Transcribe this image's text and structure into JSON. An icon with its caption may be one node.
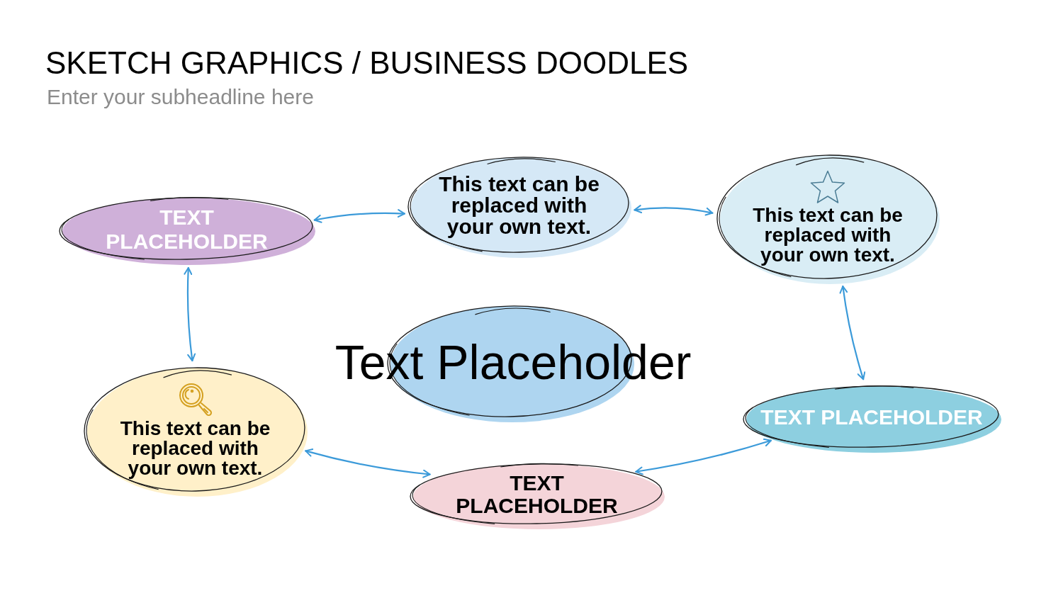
{
  "diagram": {
    "title": "SKETCH GRAPHICS / BUSINESS DOODLES",
    "nodes": [
      {
        "text": [
          "TEXT PLACEHOLDER"
        ]
      },
      {
        "text": [
          "This text can be replaced with your own text."
        ]
      },
      {
        "text": [
          "This text can be replaced with your own text."
        ]
      },
      {
        "text": [
          "Text Placeholder"
        ]
      },
      {
        "text": [
          "This text can be replaced with your own text."
        ]
      },
      {
        "text": [
          "TEXT PLACEHOLDER"
        ]
      },
      {
        "text": [
          "TEXT PLACEHOLDER"
        ]
      }
    ],
    "edges": [
      {
        "from": 0,
        "to": 1,
        "arrow": "both"
      },
      {
        "from": 1,
        "to": 2,
        "arrow": "both"
      },
      {
        "from": 2,
        "to": 5,
        "arrow": "both"
      },
      {
        "from": 5,
        "to": 6,
        "arrow": "both"
      },
      {
        "from": 6,
        "to": 4,
        "arrow": "both"
      },
      {
        "from": 4,
        "to": 0,
        "arrow": "both"
      }
    ],
    "labels": [
      "Enter your subheadline here"
    ]
  }
}
